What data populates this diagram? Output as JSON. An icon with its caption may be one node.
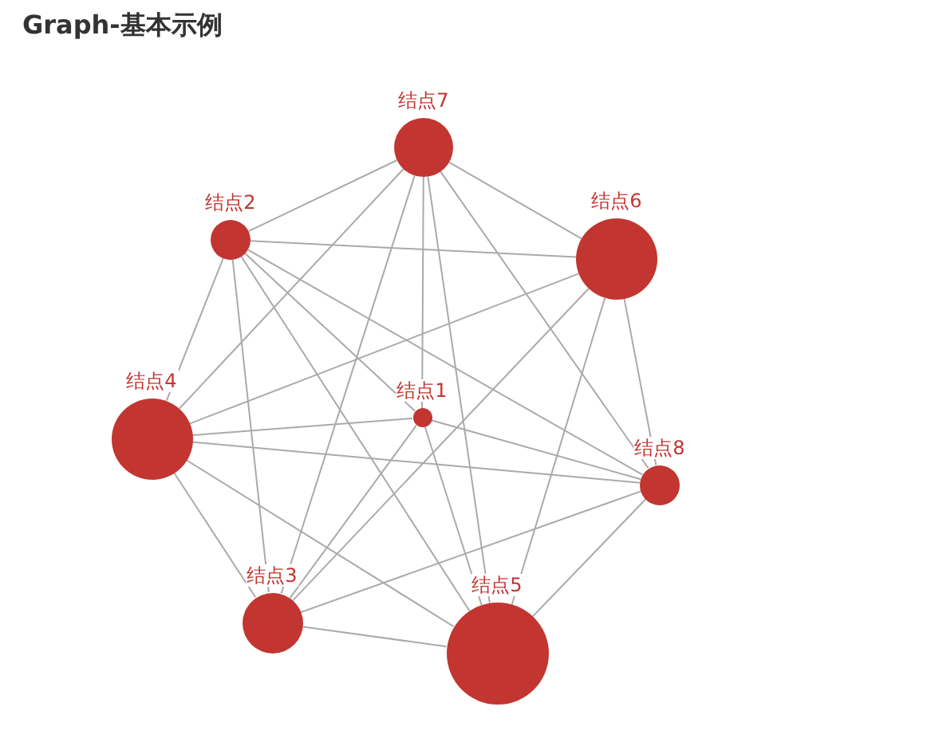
{
  "diagram": {
    "title": "Graph-基本示例",
    "nodes": [
      {
        "text": [
          "结点7"
        ]
      },
      {
        "text": [
          "结点2"
        ]
      },
      {
        "text": [
          "结点6"
        ]
      },
      {
        "text": [
          "结点1"
        ]
      },
      {
        "text": [
          "结点4"
        ]
      },
      {
        "text": [
          "结点8"
        ]
      },
      {
        "text": [
          "结点3"
        ]
      },
      {
        "text": [
          "结点5"
        ]
      }
    ],
    "edges": [
      {
        "from": 0,
        "to": 1,
        "arrow": "none"
      },
      {
        "from": 0,
        "to": 2,
        "arrow": "none"
      },
      {
        "from": 0,
        "to": 3,
        "arrow": "none"
      },
      {
        "from": 0,
        "to": 4,
        "arrow": "none"
      },
      {
        "from": 0,
        "to": 5,
        "arrow": "none"
      },
      {
        "from": 0,
        "to": 6,
        "arrow": "none"
      },
      {
        "from": 0,
        "to": 7,
        "arrow": "none"
      },
      {
        "from": 1,
        "to": 2,
        "arrow": "none"
      },
      {
        "from": 1,
        "to": 3,
        "arrow": "none"
      },
      {
        "from": 1,
        "to": 4,
        "arrow": "none"
      },
      {
        "from": 1,
        "to": 5,
        "arrow": "none"
      },
      {
        "from": 1,
        "to": 6,
        "arrow": "none"
      },
      {
        "from": 1,
        "to": 7,
        "arrow": "none"
      },
      {
        "from": 2,
        "to": 4,
        "arrow": "none"
      },
      {
        "from": 2,
        "to": 5,
        "arrow": "none"
      },
      {
        "from": 2,
        "to": 6,
        "arrow": "none"
      },
      {
        "from": 2,
        "to": 7,
        "arrow": "none"
      },
      {
        "from": 3,
        "to": 4,
        "arrow": "none"
      },
      {
        "from": 3,
        "to": 5,
        "arrow": "none"
      },
      {
        "from": 3,
        "to": 6,
        "arrow": "none"
      },
      {
        "from": 3,
        "to": 7,
        "arrow": "none"
      },
      {
        "from": 4,
        "to": 5,
        "arrow": "none"
      },
      {
        "from": 4,
        "to": 6,
        "arrow": "none"
      },
      {
        "from": 4,
        "to": 7,
        "arrow": "none"
      },
      {
        "from": 5,
        "to": 6,
        "arrow": "none"
      },
      {
        "from": 5,
        "to": 7,
        "arrow": "none"
      },
      {
        "from": 6,
        "to": 7,
        "arrow": "none"
      }
    ]
  }
}
